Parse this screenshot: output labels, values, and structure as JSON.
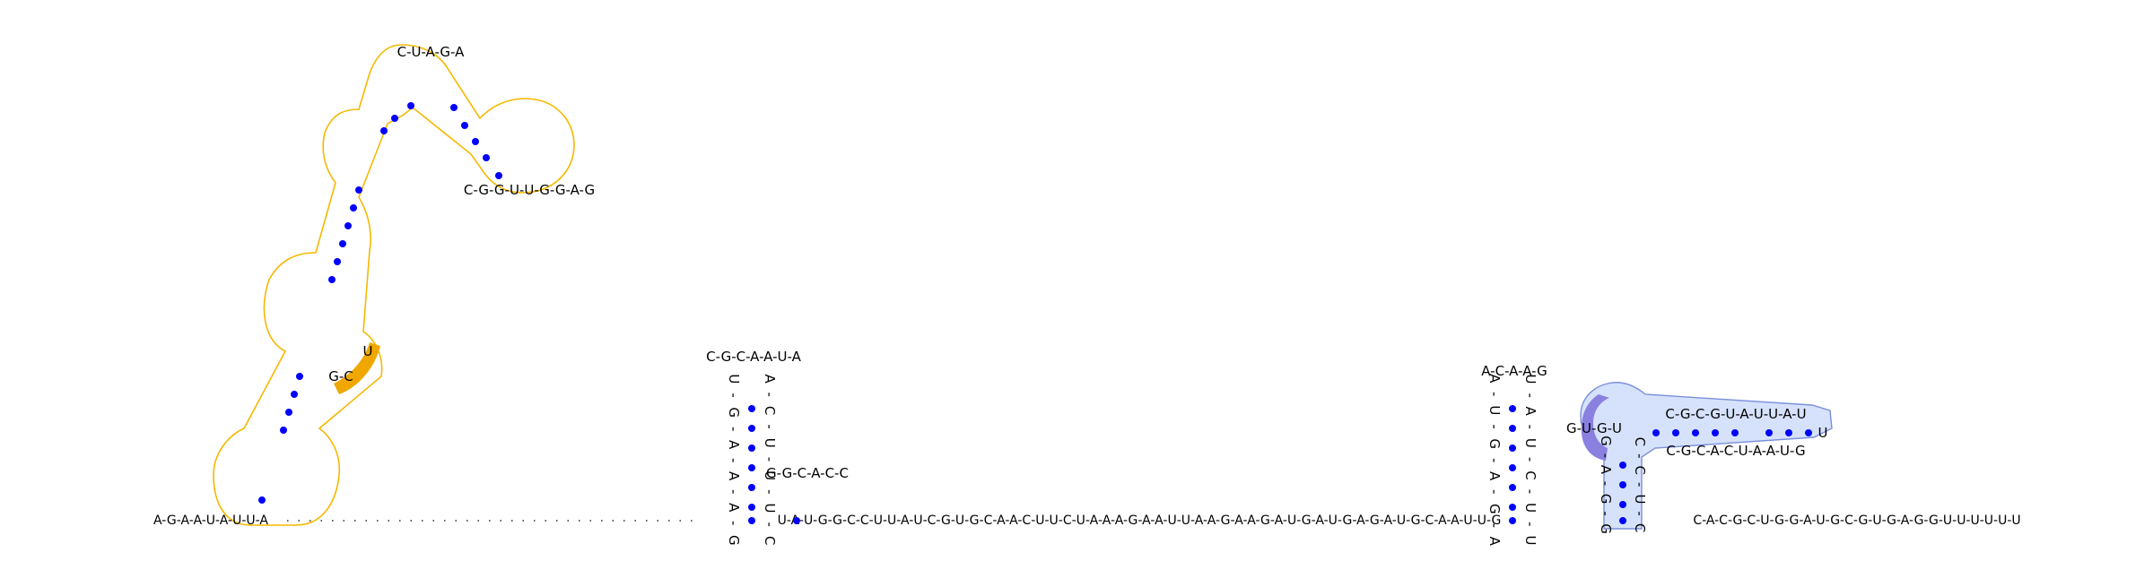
{
  "colors": {
    "nucleotide": "#000000",
    "base_pair": "#0000ff",
    "outline_orange": "#f5b800",
    "highlight_orange": "#f0a800",
    "fill_blue": "#d6e2fb",
    "outline_blue": "#7b8fdc",
    "highlight_purple": "#8a80e0"
  },
  "baseline": {
    "left": "A-G-A-A-U-A-U-U-A",
    "middle": "U-A-U-G-G-C-C-U-U-A-U-C-G-U-G-C-A-A-C-U-U-C-U-A-A-A-G-A-A-U-U-A-A-G-A-A-G-A-U-G-A-U-G-A-G-A-U-G-C-A-A-U-U-G",
    "right": "C-A-C-G-C-U-G-G-A-U-G-C-G-U-G-A-G-G-U-U-U-U-U-U"
  },
  "structures": {
    "left_large": {
      "highlight_left": "G-C",
      "highlight_right": "U",
      "loop_apex": "C-U-A-G-A",
      "side_hairpin": "C-G-G-U-U-G-G-A-G"
    },
    "middle_hairpin": {
      "stem_left": "U-G-A-A-A-G",
      "stem_right": "A-C-U-U-U-C",
      "loop": "C-G-C-A-A-U-A",
      "small_bulge": "G-G-C-A-C-C"
    },
    "right_hairpin": {
      "stem_left": "A-U-G-A-G-A",
      "stem_right": "U-A-U-C-U-U",
      "loop": "A-C-A-A-G"
    },
    "right_highlight": {
      "purple_segment": "G-U-G-U",
      "upper_strand": "C-G-C-G-U-A-U-U-A-U",
      "lower_strand": "C-G-C-A-C-U-A-A-U-G",
      "cap": "U",
      "vertical_left": "G-A-G-G",
      "vertical_right": "C-C-U-C"
    }
  }
}
